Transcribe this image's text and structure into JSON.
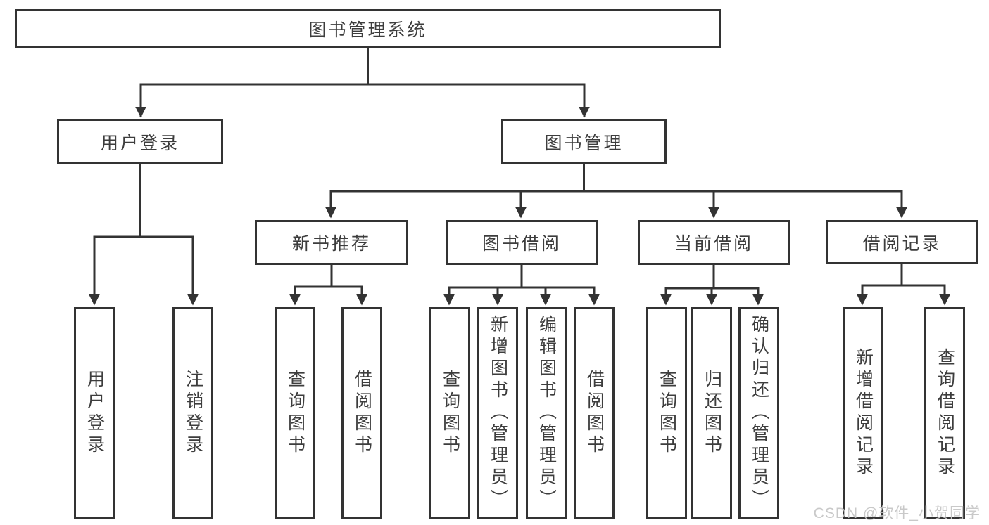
{
  "diagram": {
    "root": "图书管理系统",
    "branches": {
      "user_login": {
        "label": "用户登录",
        "children": [
          "用户登录",
          "注销登录"
        ]
      },
      "book_mgmt": {
        "label": "图书管理",
        "sections": {
          "new_book": {
            "label": "新书推荐",
            "children": [
              "查询图书",
              "借阅图书"
            ]
          },
          "borrow": {
            "label": "图书借阅",
            "children": [
              "查询图书",
              "新增图书（管理员）",
              "编辑图书（管理员）",
              "借阅图书"
            ]
          },
          "current": {
            "label": "当前借阅",
            "children": [
              "查询图书",
              "归还图书",
              "确认归还（管理员）"
            ]
          },
          "records": {
            "label": "借阅记录",
            "children": [
              "新增借阅记录",
              "查询借阅记录"
            ]
          }
        }
      }
    },
    "colors": {
      "line": "#333333",
      "text": "#3d3d3d",
      "background": "#ffffff",
      "watermark": "#c6c6c6"
    }
  },
  "watermark": {
    "text": "CSDN @软件_小贺同学"
  }
}
